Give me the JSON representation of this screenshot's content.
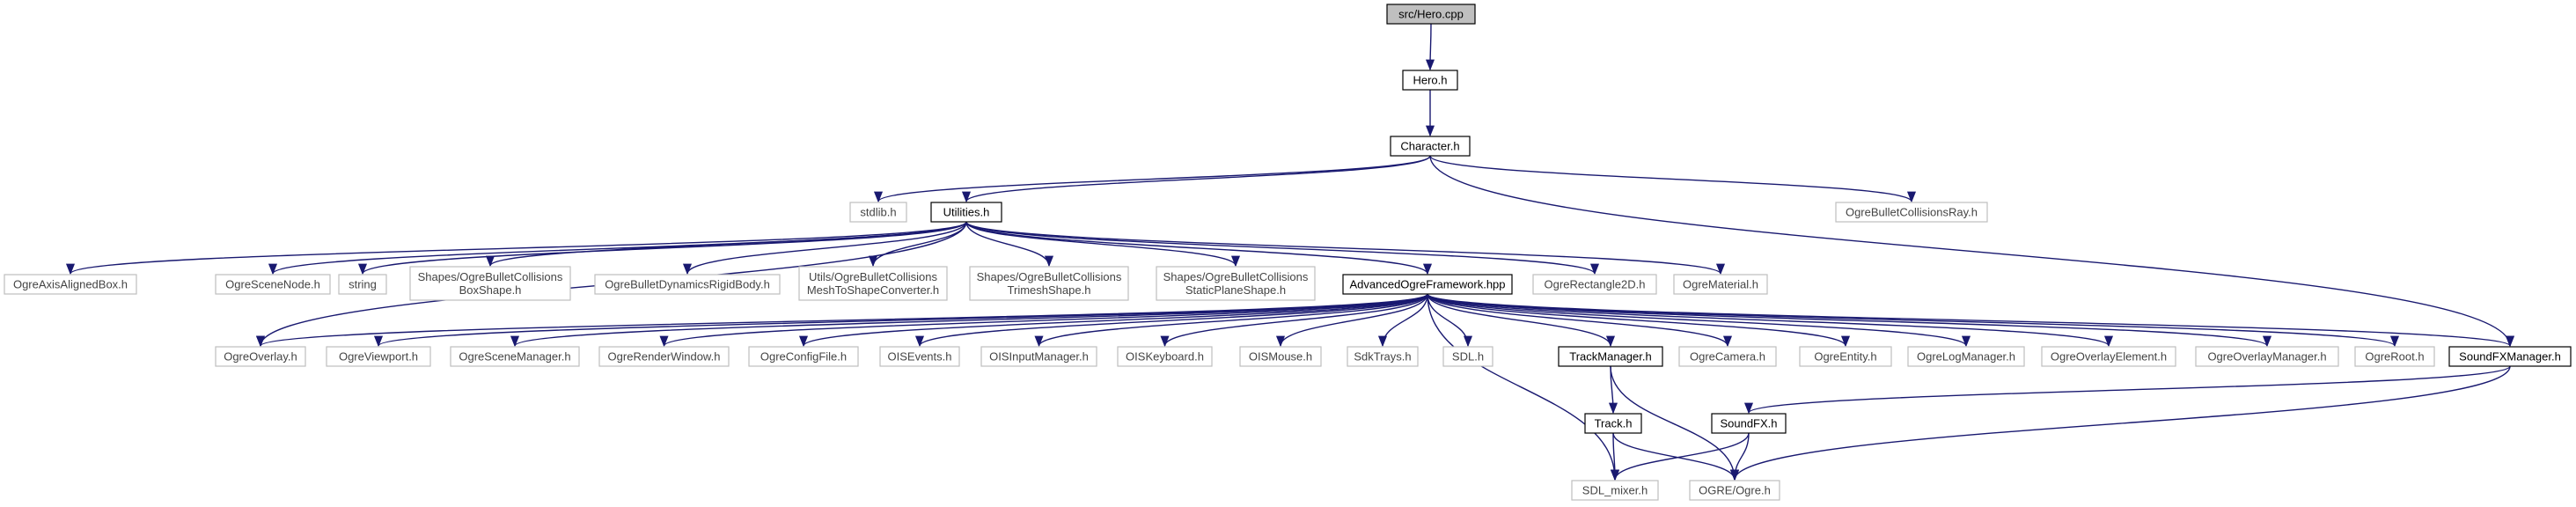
{
  "colors": {
    "edge": "#191970",
    "root_fill": "#bfbfbf",
    "doc_border": "#000000",
    "ext_border": "#bfbfbf"
  },
  "nodes": [
    {
      "id": "hero_cpp",
      "label": "src/Hero.cpp",
      "kind": "root"
    },
    {
      "id": "hero_h",
      "label": "Hero.h",
      "kind": "doc"
    },
    {
      "id": "character_h",
      "label": "Character.h",
      "kind": "doc"
    },
    {
      "id": "stdlib_h",
      "label": "stdlib.h",
      "kind": "ext"
    },
    {
      "id": "utilities_h",
      "label": "Utilities.h",
      "kind": "doc"
    },
    {
      "id": "ray_h",
      "label": "OgreBulletCollisionsRay.h",
      "kind": "ext"
    },
    {
      "id": "aabox_h",
      "label": "OgreAxisAlignedBox.h",
      "kind": "ext"
    },
    {
      "id": "scenenode_h",
      "label": "OgreSceneNode.h",
      "kind": "ext"
    },
    {
      "id": "string",
      "label": "string",
      "kind": "ext"
    },
    {
      "id": "boxshape_h",
      "label": "Shapes/OgreBulletCollisions\nBoxShape.h",
      "kind": "ext"
    },
    {
      "id": "rigidbody_h",
      "label": "OgreBulletDynamicsRigidBody.h",
      "kind": "ext"
    },
    {
      "id": "meshconv_h",
      "label": "Utils/OgreBulletCollisions\nMeshToShapeConverter.h",
      "kind": "ext"
    },
    {
      "id": "trimesh_h",
      "label": "Shapes/OgreBulletCollisions\nTrimeshShape.h",
      "kind": "ext"
    },
    {
      "id": "staticplane_h",
      "label": "Shapes/OgreBulletCollisions\nStaticPlaneShape.h",
      "kind": "ext"
    },
    {
      "id": "framework_hpp",
      "label": "AdvancedOgreFramework.hpp",
      "kind": "doc"
    },
    {
      "id": "rect2d_h",
      "label": "OgreRectangle2D.h",
      "kind": "ext"
    },
    {
      "id": "material_h",
      "label": "OgreMaterial.h",
      "kind": "ext"
    },
    {
      "id": "overlay_h",
      "label": "OgreOverlay.h",
      "kind": "ext"
    },
    {
      "id": "viewport_h",
      "label": "OgreViewport.h",
      "kind": "ext"
    },
    {
      "id": "scenemgr_h",
      "label": "OgreSceneManager.h",
      "kind": "ext"
    },
    {
      "id": "renderwin_h",
      "label": "OgreRenderWindow.h",
      "kind": "ext"
    },
    {
      "id": "configfile_h",
      "label": "OgreConfigFile.h",
      "kind": "ext"
    },
    {
      "id": "oisevents_h",
      "label": "OISEvents.h",
      "kind": "ext"
    },
    {
      "id": "oisinput_h",
      "label": "OISInputManager.h",
      "kind": "ext"
    },
    {
      "id": "oiskeyboard_h",
      "label": "OISKeyboard.h",
      "kind": "ext"
    },
    {
      "id": "oismouse_h",
      "label": "OISMouse.h",
      "kind": "ext"
    },
    {
      "id": "sdktrays_h",
      "label": "SdkTrays.h",
      "kind": "ext"
    },
    {
      "id": "sdl_h",
      "label": "SDL.h",
      "kind": "ext"
    },
    {
      "id": "trackmgr_h",
      "label": "TrackManager.h",
      "kind": "doc"
    },
    {
      "id": "camera_h",
      "label": "OgreCamera.h",
      "kind": "ext"
    },
    {
      "id": "entity_h",
      "label": "OgreEntity.h",
      "kind": "ext"
    },
    {
      "id": "logmgr_h",
      "label": "OgreLogManager.h",
      "kind": "ext"
    },
    {
      "id": "overlayelem_h",
      "label": "OgreOverlayElement.h",
      "kind": "ext"
    },
    {
      "id": "overlaymgr_h",
      "label": "OgreOverlayManager.h",
      "kind": "ext"
    },
    {
      "id": "root_h",
      "label": "OgreRoot.h",
      "kind": "ext"
    },
    {
      "id": "soundfxmgr_h",
      "label": "SoundFXManager.h",
      "kind": "doc"
    },
    {
      "id": "track_h",
      "label": "Track.h",
      "kind": "doc"
    },
    {
      "id": "soundfx_h",
      "label": "SoundFX.h",
      "kind": "doc"
    },
    {
      "id": "sdlmixer_h",
      "label": "SDL_mixer.h",
      "kind": "ext"
    },
    {
      "id": "ogre_h",
      "label": "OGRE/Ogre.h",
      "kind": "ext"
    }
  ],
  "edges": [
    [
      "hero_cpp",
      "hero_h"
    ],
    [
      "hero_h",
      "character_h"
    ],
    [
      "character_h",
      "stdlib_h"
    ],
    [
      "character_h",
      "utilities_h"
    ],
    [
      "character_h",
      "ray_h"
    ],
    [
      "character_h",
      "soundfxmgr_h"
    ],
    [
      "utilities_h",
      "aabox_h"
    ],
    [
      "utilities_h",
      "scenenode_h"
    ],
    [
      "utilities_h",
      "string"
    ],
    [
      "utilities_h",
      "boxshape_h"
    ],
    [
      "utilities_h",
      "rigidbody_h"
    ],
    [
      "utilities_h",
      "meshconv_h"
    ],
    [
      "utilities_h",
      "trimesh_h"
    ],
    [
      "utilities_h",
      "staticplane_h"
    ],
    [
      "utilities_h",
      "framework_hpp"
    ],
    [
      "utilities_h",
      "rect2d_h"
    ],
    [
      "utilities_h",
      "material_h"
    ],
    [
      "utilities_h",
      "overlay_h"
    ],
    [
      "framework_hpp",
      "overlay_h"
    ],
    [
      "framework_hpp",
      "viewport_h"
    ],
    [
      "framework_hpp",
      "scenemgr_h"
    ],
    [
      "framework_hpp",
      "renderwin_h"
    ],
    [
      "framework_hpp",
      "configfile_h"
    ],
    [
      "framework_hpp",
      "oisevents_h"
    ],
    [
      "framework_hpp",
      "oisinput_h"
    ],
    [
      "framework_hpp",
      "oiskeyboard_h"
    ],
    [
      "framework_hpp",
      "oismouse_h"
    ],
    [
      "framework_hpp",
      "sdktrays_h"
    ],
    [
      "framework_hpp",
      "sdl_h"
    ],
    [
      "framework_hpp",
      "trackmgr_h"
    ],
    [
      "framework_hpp",
      "camera_h"
    ],
    [
      "framework_hpp",
      "entity_h"
    ],
    [
      "framework_hpp",
      "logmgr_h"
    ],
    [
      "framework_hpp",
      "overlayelem_h"
    ],
    [
      "framework_hpp",
      "overlaymgr_h"
    ],
    [
      "framework_hpp",
      "root_h"
    ],
    [
      "framework_hpp",
      "soundfxmgr_h"
    ],
    [
      "framework_hpp",
      "sdlmixer_h"
    ],
    [
      "trackmgr_h",
      "track_h"
    ],
    [
      "trackmgr_h",
      "ogre_h"
    ],
    [
      "soundfxmgr_h",
      "soundfx_h"
    ],
    [
      "soundfxmgr_h",
      "ogre_h"
    ],
    [
      "track_h",
      "sdlmixer_h"
    ],
    [
      "track_h",
      "ogre_h"
    ],
    [
      "soundfx_h",
      "sdlmixer_h"
    ],
    [
      "soundfx_h",
      "ogre_h"
    ]
  ]
}
